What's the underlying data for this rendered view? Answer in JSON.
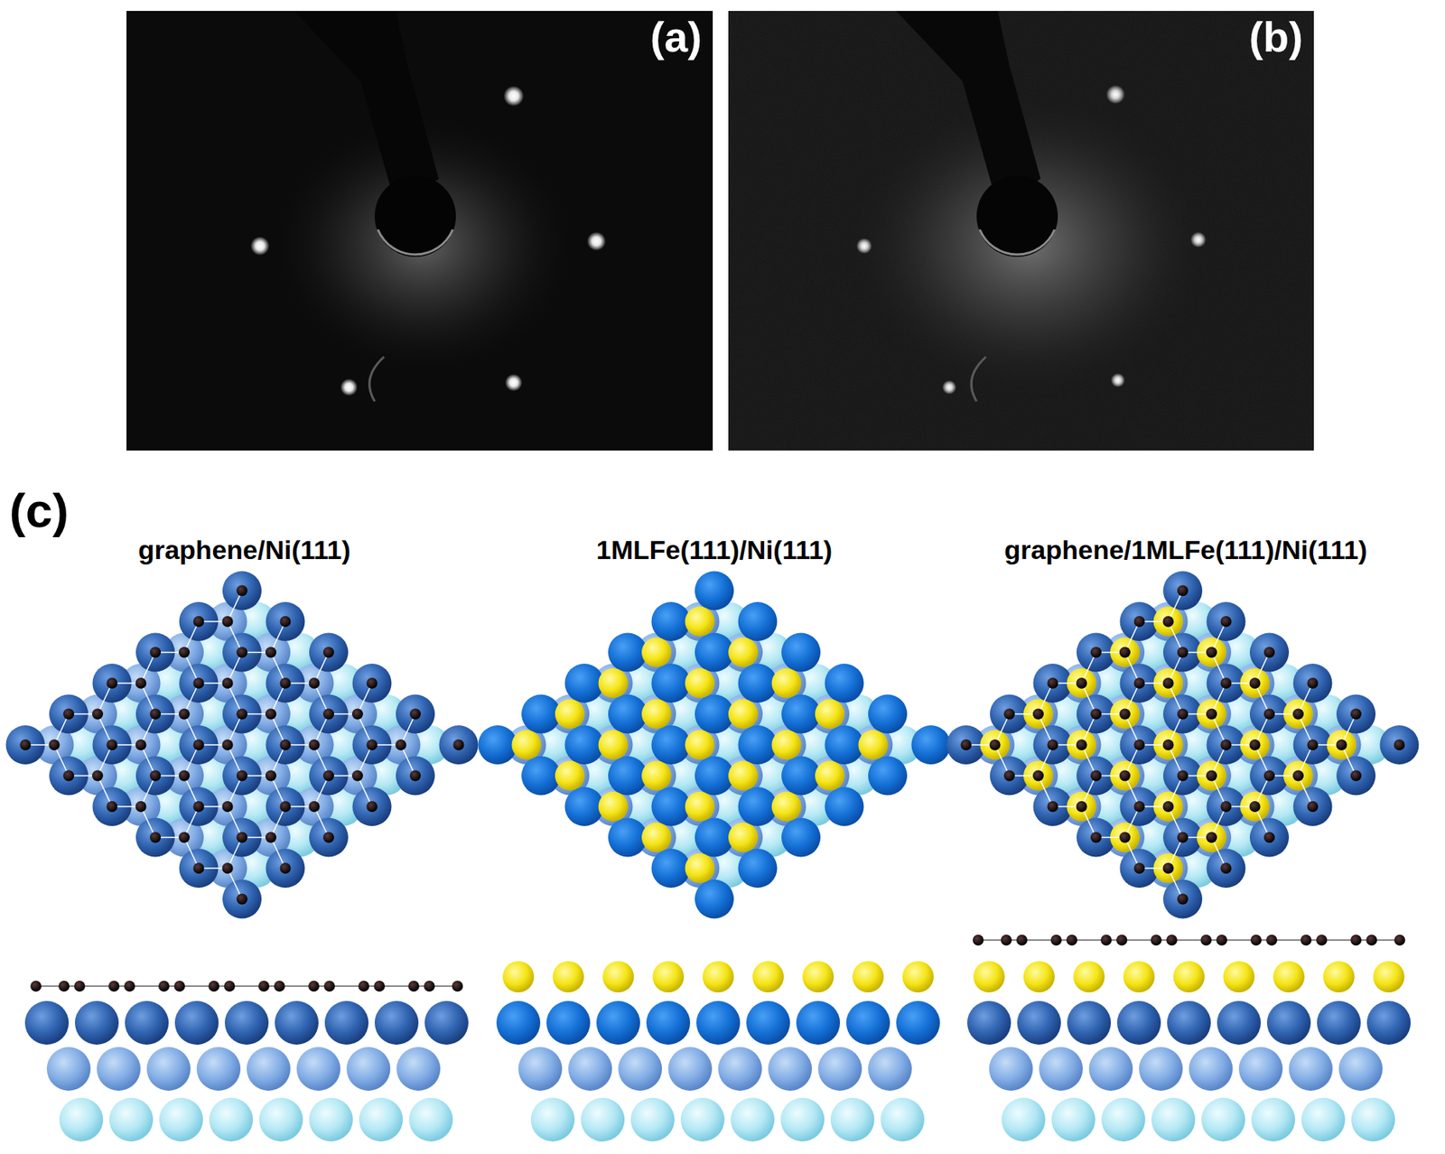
{
  "diagram": {
    "nodes": [
      {
        "text": [
          "(a)"
        ]
      },
      {
        "text": [
          "(b)"
        ]
      }
    ],
    "labels": [
      "(c)",
      "graphene/Ni(111)",
      "1MLFe(111)/Ni(111)",
      "graphene/1MLFe(111)/Ni(111)"
    ]
  }
}
